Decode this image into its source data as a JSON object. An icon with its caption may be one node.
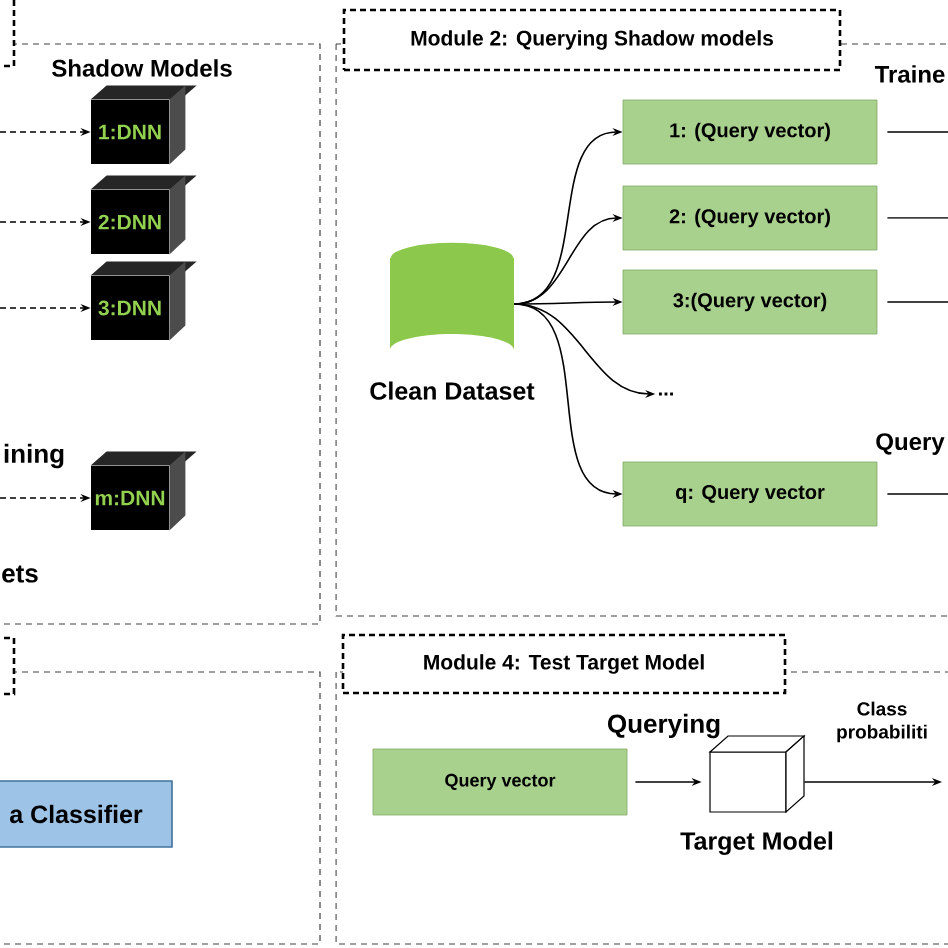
{
  "diagram": {
    "nodes": [
      {
        "text": [
          "1:DNN"
        ]
      },
      {
        "text": [
          "2:DNN"
        ]
      },
      {
        "text": [
          "3:DNN"
        ]
      },
      {
        "text": [
          "m:DNN"
        ]
      },
      {
        "text": [
          "Module 2: Querying Shadow models"
        ]
      },
      {
        "text": [
          "Clean Dataset"
        ]
      },
      {
        "text": [
          "1: (Query vector)"
        ]
      },
      {
        "text": [
          "2: (Query vector)"
        ]
      },
      {
        "text": [
          "3:(Query vector)"
        ]
      },
      {
        "text": [
          "..."
        ]
      },
      {
        "text": [
          "q:  Query vector"
        ]
      },
      {
        "text": [
          "Module 4: Test Target Model"
        ]
      },
      {
        "text": [
          "Query vector"
        ]
      },
      {
        "text": [
          "Target Model"
        ]
      },
      {
        "text": [
          "a Classifier"
        ]
      }
    ],
    "edges": [
      {
        "from": null,
        "to": 0,
        "arrow": "to",
        "style": "dashed"
      },
      {
        "from": null,
        "to": 1,
        "arrow": "to",
        "style": "dashed"
      },
      {
        "from": null,
        "to": 2,
        "arrow": "to",
        "style": "dashed"
      },
      {
        "from": null,
        "to": 3,
        "arrow": "to",
        "style": "dashed"
      },
      {
        "from": 5,
        "to": 6,
        "arrow": "to"
      },
      {
        "from": 5,
        "to": 7,
        "arrow": "to"
      },
      {
        "from": 5,
        "to": 8,
        "arrow": "to"
      },
      {
        "from": 5,
        "to": 9,
        "arrow": "to"
      },
      {
        "from": 5,
        "to": 10,
        "arrow": "to"
      },
      {
        "from": 6,
        "to": null,
        "arrow": "none"
      },
      {
        "from": 7,
        "to": null,
        "arrow": "none"
      },
      {
        "from": 8,
        "to": null,
        "arrow": "none"
      },
      {
        "from": 10,
        "to": null,
        "arrow": "none"
      },
      {
        "from": 12,
        "to": 13,
        "arrow": "to",
        "label": "Querying"
      },
      {
        "from": 13,
        "to": null,
        "arrow": "to",
        "label": "Class probabiliti"
      }
    ],
    "labels": [
      "Shadow Models",
      "Traine",
      "ining",
      "Query",
      "ets"
    ]
  }
}
